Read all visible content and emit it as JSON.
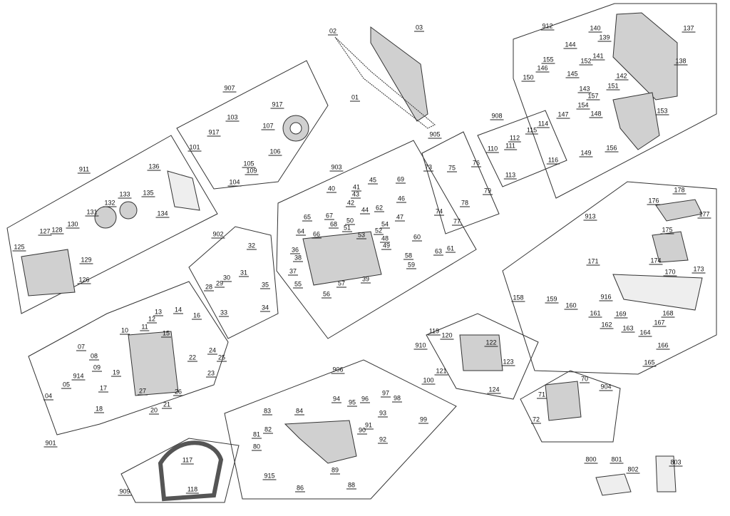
{
  "diagram": {
    "group_labels": [
      "912",
      "907",
      "911",
      "905",
      "908",
      "903",
      "902",
      "913",
      "901",
      "910",
      "904",
      "906",
      "909"
    ],
    "part_labels": [
      "02",
      "03",
      "01",
      "140",
      "139",
      "137",
      "144",
      "155",
      "141",
      "152",
      "146",
      "145",
      "142",
      "138",
      "150",
      "151",
      "143",
      "157",
      "154",
      "147",
      "148",
      "153",
      "149",
      "156",
      "917",
      "917",
      "103",
      "107",
      "106",
      "101",
      "105",
      "109",
      "104",
      "136",
      "133",
      "135",
      "132",
      "134",
      "131",
      "128",
      "127",
      "130",
      "125",
      "129",
      "126",
      "114",
      "115",
      "112",
      "111",
      "110",
      "116",
      "113",
      "73",
      "75",
      "76",
      "79",
      "74",
      "78",
      "77",
      "40",
      "41",
      "43",
      "45",
      "69",
      "42",
      "44",
      "62",
      "46",
      "47",
      "54",
      "50",
      "67",
      "65",
      "68",
      "64",
      "66",
      "51",
      "52",
      "53",
      "48",
      "49",
      "36",
      "38",
      "37",
      "58",
      "59",
      "60",
      "61",
      "63",
      "39",
      "55",
      "57",
      "56",
      "32",
      "31",
      "30",
      "29",
      "28",
      "35",
      "33",
      "34",
      "178",
      "176",
      "177",
      "175",
      "171",
      "174",
      "170",
      "173",
      "916",
      "158",
      "159",
      "160",
      "161",
      "169",
      "168",
      "167",
      "162",
      "163",
      "164",
      "166",
      "165",
      "10",
      "13",
      "14",
      "12",
      "16",
      "11",
      "15",
      "07",
      "08",
      "09",
      "914",
      "22",
      "24",
      "25",
      "23",
      "19",
      "17",
      "27",
      "26",
      "05",
      "04",
      "18",
      "20",
      "21",
      "119",
      "120",
      "122",
      "123",
      "121",
      "124",
      "71",
      "70",
      "72",
      "94",
      "95",
      "96",
      "97",
      "98",
      "100",
      "93",
      "91",
      "90",
      "92",
      "99",
      "83",
      "84",
      "82",
      "81",
      "80",
      "89",
      "915",
      "86",
      "88",
      "117",
      "118",
      "800",
      "801",
      "802",
      "803"
    ],
    "line_color": "#333333",
    "part_fill": "#bdbdbd"
  }
}
